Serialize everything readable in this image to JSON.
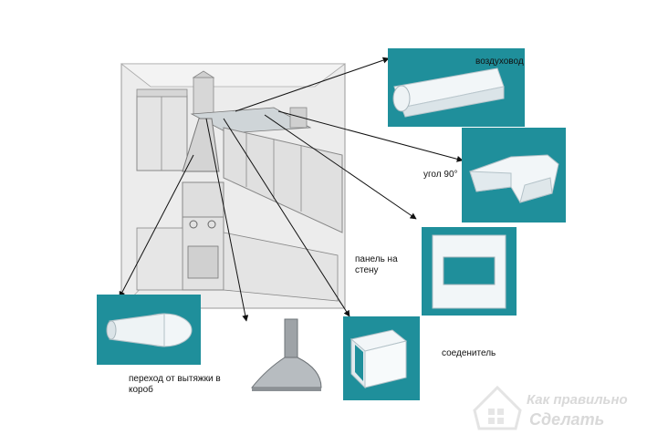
{
  "labels": {
    "duct": "воздуховод",
    "corner": "угол 90°",
    "wall_panel": "панель на стену",
    "connector": "соеденитель",
    "transition": "переход от вытяжки в короб"
  },
  "watermark": {
    "line1": "Как правильно",
    "line2": "Сделать"
  },
  "colors": {
    "panel_bg": "#1f8f9b",
    "part_white": "#f2f6f8",
    "kitchen_bg": "#ededed",
    "arrow": "#111111"
  },
  "icons": [
    "house-logo-icon",
    "range-hood-icon"
  ]
}
